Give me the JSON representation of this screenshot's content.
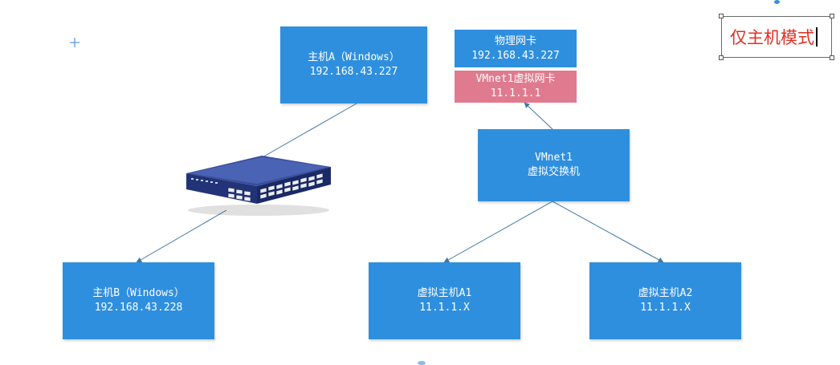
{
  "nodes": {
    "host_a": {
      "name": "主机A（Windows）",
      "ip": "192.168.43.227"
    },
    "host_b": {
      "name": "主机B（Windows）",
      "ip": "192.168.43.228"
    },
    "physical_nic": {
      "name": "物理网卡",
      "ip": "192.168.43.227"
    },
    "vmnet1_nic": {
      "name": "VMnet1虚拟网卡",
      "ip": "11.1.1.1"
    },
    "vmnet1_switch": {
      "name": "VMnet1",
      "subtitle": "虚拟交换机"
    },
    "vhost_a1": {
      "name": "虚拟主机A1",
      "ip": "11.1.1.X"
    },
    "vhost_a2": {
      "name": "虚拟主机A2",
      "ip": "11.1.1.X"
    }
  },
  "mode_label": "仅主机模式",
  "colors": {
    "node_blue": "#2f8fdf",
    "virtual_nic_pink": "#e07b8f",
    "link_line": "#3f78a8",
    "mode_text": "#e03020"
  },
  "icons": [
    "network-switch-icon",
    "crosshair-cursor-icon"
  ]
}
